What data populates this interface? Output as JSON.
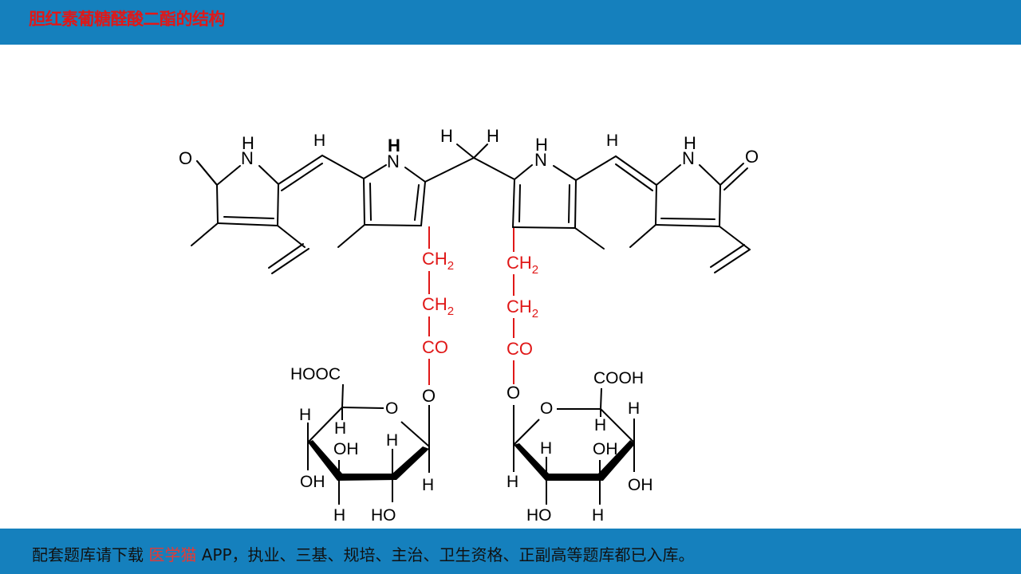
{
  "header": {
    "title": "胆红素葡糖醛酸二酯的结构"
  },
  "footer": {
    "prefix": "配套题库请下载 ",
    "brand": "医学猫",
    "suffix": " APP，执业、三基、规培、主治、卫生资格、正副高等题库都已入库。"
  },
  "molecule": {
    "atoms": {
      "o_left": "O",
      "o_right": "O",
      "nh_1": "N",
      "nh_1_h": "H",
      "nh_2": "N",
      "nh_2_h": "H",
      "nh_3": "N",
      "nh_3_h": "H",
      "nh_4": "N",
      "nh_4_h": "H",
      "h_meth_left": "H",
      "h_meth_right": "H",
      "h_bridge_a": "H",
      "h_bridge_b": "H"
    },
    "chain_left": {
      "ch2_a": "CH",
      "ch2_b": "CH",
      "sub": "2",
      "co": "CO",
      "o": "O"
    },
    "chain_right": {
      "ch2_a": "CH",
      "ch2_b": "CH",
      "sub": "2",
      "co": "CO",
      "o": "O"
    },
    "sugar_left": {
      "carboxyl": "HOOC",
      "ring_o": "O",
      "h_1": "H",
      "h_2": "H",
      "h_3": "H",
      "h_4": "H",
      "h_5": "H",
      "oh_1": "OH",
      "oh_2": "OH",
      "oh_3": "HO"
    },
    "sugar_right": {
      "carboxyl": "COOH",
      "ring_o": "O",
      "h_1": "H",
      "h_2": "H",
      "h_3": "H",
      "h_4": "H",
      "h_5": "H",
      "oh_1": "OH",
      "oh_2": "OH",
      "oh_3": "HO"
    },
    "colors": {
      "bond": "#000000",
      "chain": "#e01818",
      "bar": "#1580bd"
    }
  }
}
